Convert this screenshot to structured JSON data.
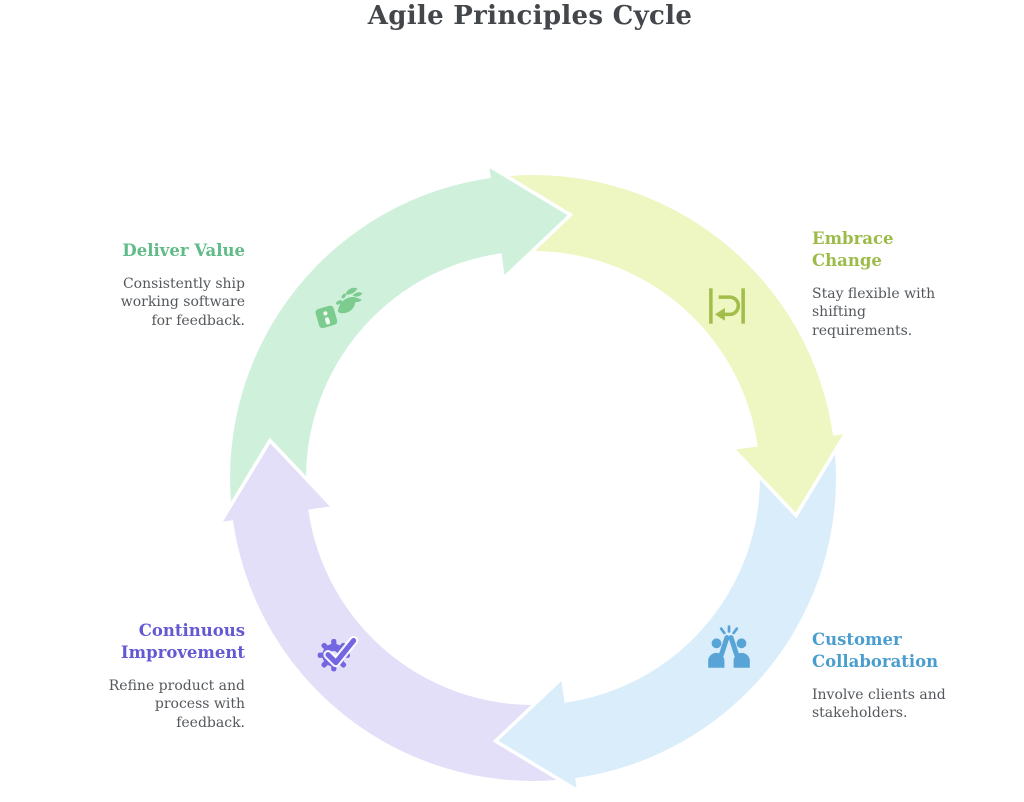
{
  "title": "Agile Principles Cycle",
  "cycle": {
    "direction": "clockwise",
    "segments": [
      {
        "id": "deliver-value",
        "label": "Deliver Value",
        "description": "Consistently ship\nworking software\nfor feedback.",
        "arc_color": "#cff1dc",
        "accent_color": "#5fbc88",
        "icon": "dove-delivery-icon",
        "icon_color": "#7ccb8f"
      },
      {
        "id": "embrace-change",
        "label": "Embrace\nChange",
        "description": "Stay flexible with\nshifting\nrequirements.",
        "arc_color": "#eef6c2",
        "accent_color": "#9cbb49",
        "icon": "repeat-arrow-icon",
        "icon_color": "#a3bd4b"
      },
      {
        "id": "customer-collaboration",
        "label": "Customer\nCollaboration",
        "description": "Involve clients and\nstakeholders.",
        "arc_color": "#d9edfa",
        "accent_color": "#4a9dcf",
        "icon": "high-five-icon",
        "icon_color": "#58a4d6"
      },
      {
        "id": "continuous-improvement",
        "label": "Continuous\nImprovement",
        "description": "Refine product and\nprocess with\nfeedback.",
        "arc_color": "#e3dff8",
        "accent_color": "#6459d3",
        "icon": "gear-check-icon",
        "icon_color": "#7465e0"
      }
    ]
  }
}
